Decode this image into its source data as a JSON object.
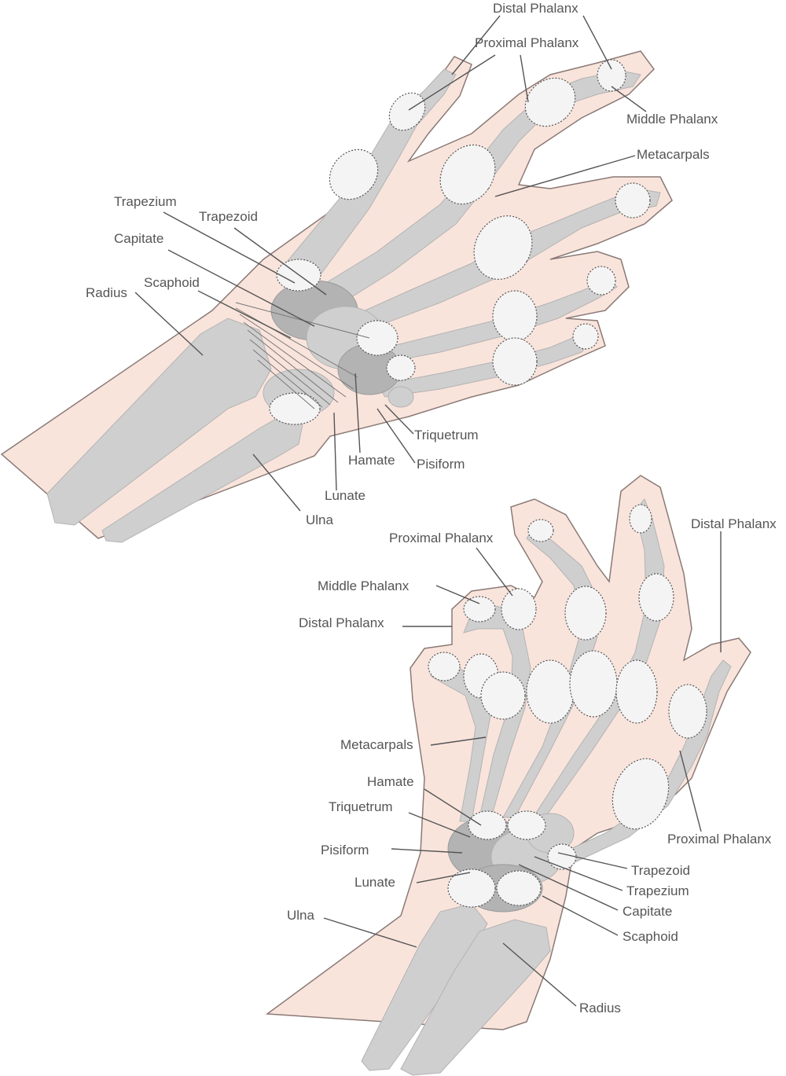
{
  "diagram": {
    "top_hand": {
      "labels": {
        "distal_phalanx": "Distal Phalanx",
        "proximal_phalanx": "Proximal Phalanx",
        "middle_phalanx": "Middle Phalanx",
        "metacarpals": "Metacarpals",
        "trapezium": "Trapezium",
        "trapezoid": "Trapezoid",
        "capitate": "Capitate",
        "scaphoid": "Scaphoid",
        "radius": "Radius",
        "triquetrum": "Triquetrum",
        "hamate": "Hamate",
        "pisiform": "Pisiform",
        "lunate": "Lunate",
        "ulna": "Ulna"
      }
    },
    "bottom_hand": {
      "labels": {
        "proximal_phalanx_top": "Proximal Phalanx",
        "distal_phalanx_right": "Distal Phalanx",
        "middle_phalanx": "Middle Phalanx",
        "distal_phalanx_left": "Distal Phalanx",
        "metacarpals": "Metacarpals",
        "hamate": "Hamate",
        "triquetrum": "Triquetrum",
        "pisiform": "Pisiform",
        "lunate": "Lunate",
        "ulna": "Ulna",
        "proximal_phalanx_right": "Proximal Phalanx",
        "trapezoid": "Trapezoid",
        "trapezium": "Trapezium",
        "capitate": "Capitate",
        "scaphoid": "Scaphoid",
        "radius": "Radius"
      }
    },
    "colors": {
      "skin": "#f9e4dc",
      "skin_outline": "#8a7a76",
      "bone": "#cfcfcf",
      "bone_dark": "#b3b3b3",
      "bone_light": "#ececec",
      "joint": "#f4f4f4",
      "leader_line": "#555555",
      "label_text": "#555555"
    }
  }
}
